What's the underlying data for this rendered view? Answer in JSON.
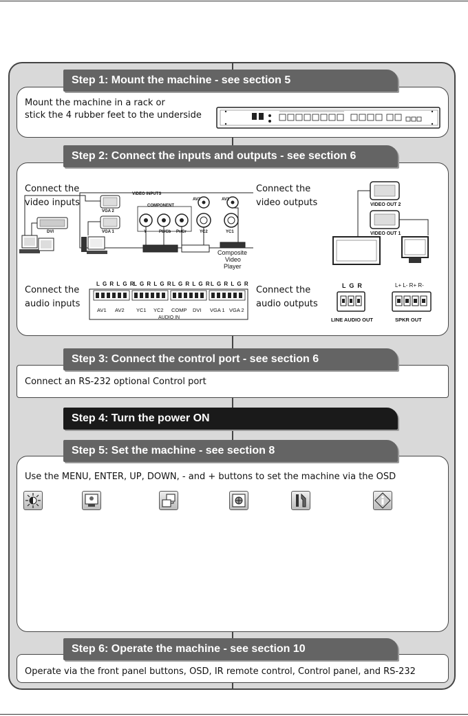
{
  "steps": [
    {
      "banner": "Step 1: Mount the machine - see section 5",
      "text_lines": [
        "Mount the machine in a rack or",
        "stick the 4 rubber feet to the underside"
      ]
    },
    {
      "banner": "Step 2: Connect the inputs and outputs - see section 6"
    },
    {
      "banner": "Step 3: Connect the control port - see section 6",
      "text": "Connect an RS-232 optional Control port"
    },
    {
      "banner": "Step 4: Turn the power ON"
    },
    {
      "banner": "Step 5: Set the machine - see section 8",
      "text": "Use the MENU, ENTER, UP, DOWN, - and + buttons to set the machine via the OSD"
    },
    {
      "banner": "Step 6: Operate the machine - see section 10",
      "text": "Operate via the front panel buttons, OSD, IR remote control, Control panel, and RS-232"
    }
  ],
  "step2": {
    "video_in_label_1": "Connect the",
    "video_in_label_2": "video inputs",
    "video_out_label_1": "Connect the",
    "video_out_label_2": "video outputs",
    "audio_in_label_1": "Connect the",
    "audio_in_label_2": "audio inputs",
    "audio_out_label_1": "Connect the",
    "audio_out_label_2": "audio outputs",
    "video_inputs_title": "VIDEO INPUTS",
    "component_title": "COMPONENT",
    "vga2": "VGA 2",
    "vga1": "VGA 1",
    "dvi": "DVI",
    "y": "Y",
    "pb": "Pb/Cb",
    "pr": "Pr/Cr",
    "av2": "AV2",
    "av1": "AV1",
    "yc2": "YC2",
    "yc1": "YC1",
    "player_1": "Composite",
    "player_2": "Video",
    "player_3": "Player",
    "video_out2": "VIDEO OUT 2",
    "video_out1": "VIDEO OUT 1",
    "audio_lgr": [
      "L G R L G R",
      "L G R L G R",
      "L G R L G R",
      "L G R L G R"
    ],
    "audio_names": [
      "AV1",
      "AV2",
      "YC1",
      "YC2",
      "COMP",
      "DVI",
      "VGA 1",
      "VGA 2"
    ],
    "audio_in_title": "AUDIO IN",
    "line_lgr": "L  G  R",
    "line_out": "LINE AUDIO OUT",
    "spkr_lr": "L+ L- R+ R-",
    "spkr_out": "SPKR OUT"
  },
  "osd_icons": [
    "brightness-icon",
    "picture-icon",
    "input-icon",
    "geometry-icon",
    "tools-icon",
    "info-icon"
  ]
}
